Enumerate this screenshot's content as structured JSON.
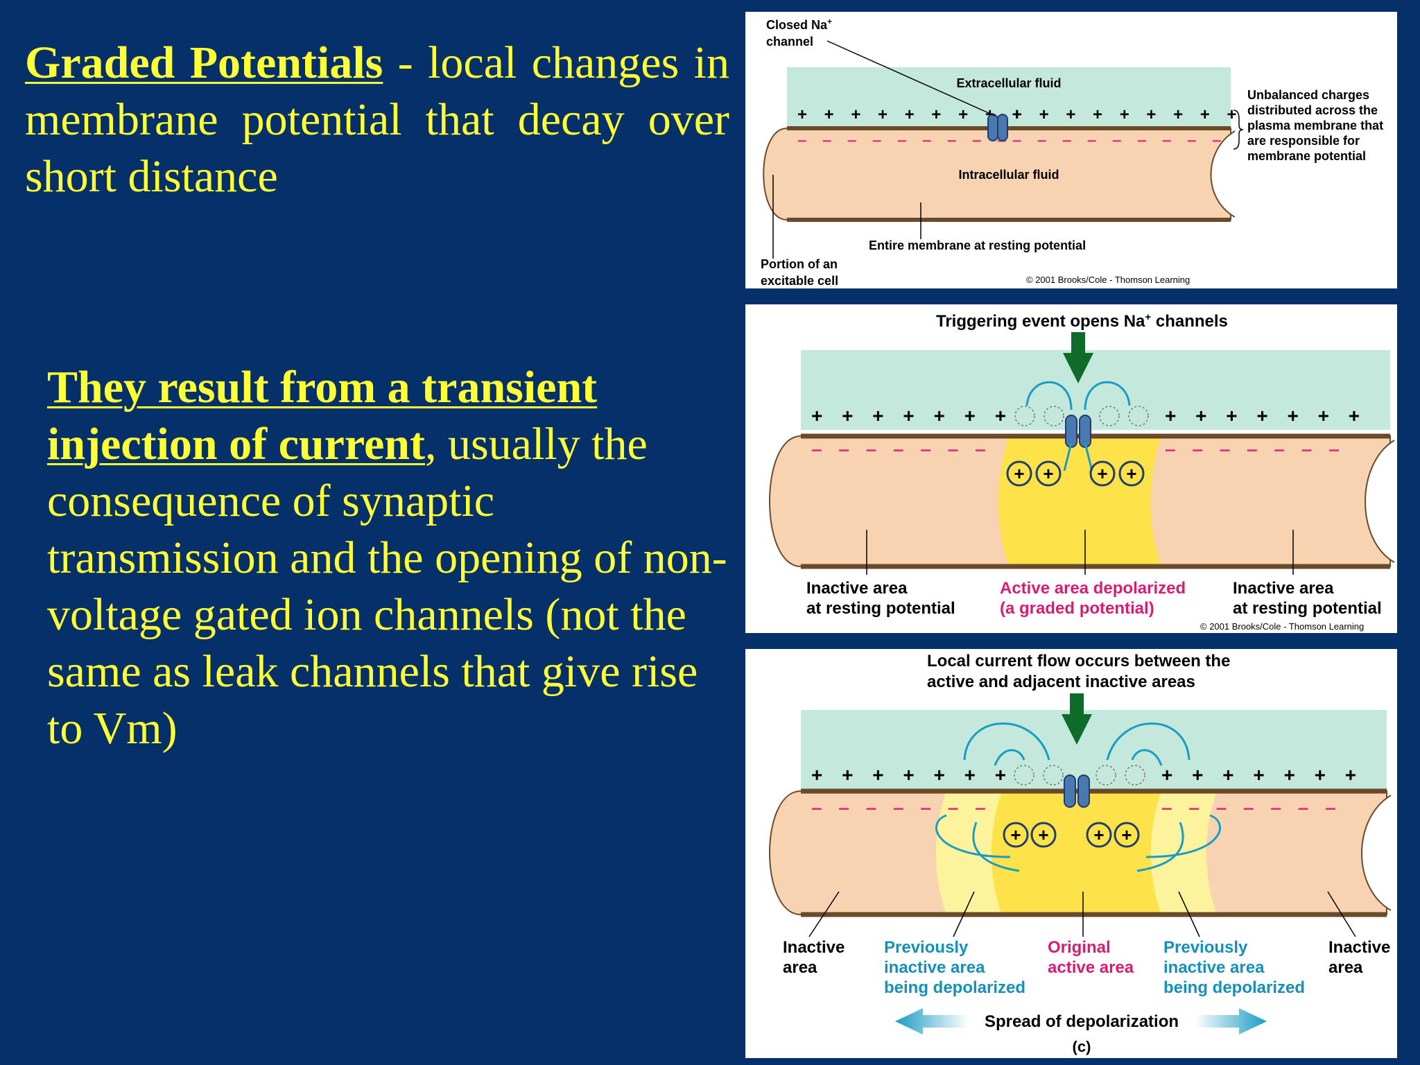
{
  "heading": {
    "term": "Graded Potentials",
    "definition": " - local changes in membrane potential that decay over short distance"
  },
  "body": {
    "term": "They result from a transient injection of current",
    "rest": ", usually the consequence of synaptic transmission and the opening of non-voltage gated ion channels (not the same as leak channels that give rise to Vm)"
  },
  "panel_a": {
    "closed_channel_line1": "Closed Na",
    "closed_channel_sup": "+",
    "closed_channel_line2": "channel",
    "extracellular": "Extracellular fluid",
    "intracellular": "Intracellular fluid",
    "unbalanced_line1": "Unbalanced charges",
    "unbalanced_line2": "distributed across the",
    "unbalanced_line3": "plasma membrane that",
    "unbalanced_line4": "are responsible for",
    "unbalanced_line5": "membrane potential",
    "entire_membrane": "Entire membrane at resting potential",
    "portion_line1": "Portion of an",
    "portion_line2": "excitable cell",
    "copyright": "© 2001 Brooks/Cole - Thomson Learning"
  },
  "panel_b": {
    "title_main": "Triggering event opens Na",
    "title_sup": "+",
    "title_end": " channels",
    "left_line1": "Inactive area",
    "left_line2": "at resting potential",
    "center_line1": "Active area depolarized",
    "center_line2": "(a graded potential)",
    "right_line1": "Inactive area",
    "right_line2": "at resting potential",
    "copyright": "© 2001 Brooks/Cole - Thomson Learning"
  },
  "panel_c": {
    "title_line1": "Local current flow occurs between the",
    "title_line2": "active and adjacent inactive areas",
    "inactive_left_line1": "Inactive",
    "inactive_left_line2": "area",
    "prev_left_line1": "Previously",
    "prev_left_line2": "inactive area",
    "prev_left_line3": "being depolarized",
    "original_line1": "Original",
    "original_line2": "active area",
    "prev_right_line1": "Previously",
    "prev_right_line2": "inactive area",
    "prev_right_line3": "being depolarized",
    "inactive_right_line1": "Inactive",
    "inactive_right_line2": "area",
    "spread": "Spread of depolarization",
    "label": "(c)"
  },
  "colors": {
    "background": "#06306a",
    "slide_text": "#ffff33",
    "extracellular": "#c5e8dc",
    "membrane_inside": "#f7cfaa",
    "depolarized": "#fde24a",
    "negative_charge": "#e8317a",
    "active_label": "#d81b73",
    "previously_label": "#1590b8",
    "channel": "#4a78b0",
    "flow_arrow": "#1a9cc4",
    "trigger_arrow": "#0e6b2a"
  }
}
